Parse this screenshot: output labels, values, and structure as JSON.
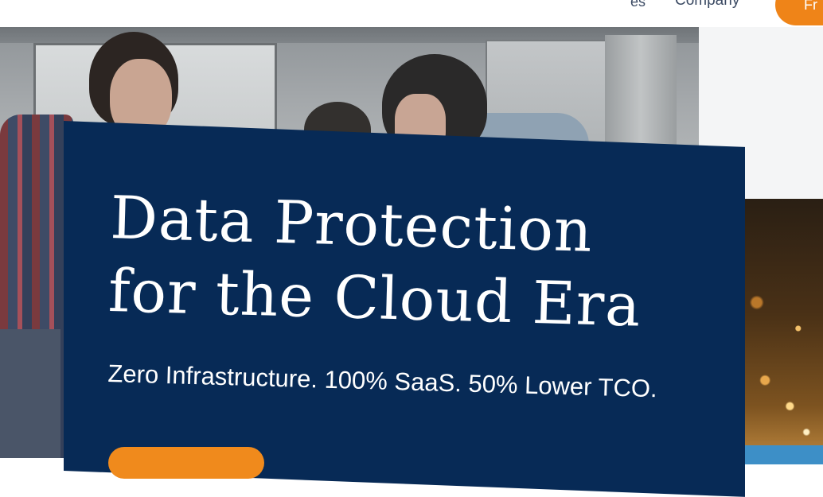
{
  "nav": {
    "partial_item": "es",
    "company": "Company",
    "cta_partial": "Fr"
  },
  "hero": {
    "title_line1": "Data Protection",
    "title_line2": "for the Cloud Era",
    "subtitle": "Zero Infrastructure. 100% SaaS. 50% Lower TCO.",
    "cta_label": ""
  },
  "colors": {
    "brand_navy": "#072a56",
    "accent_orange": "#ef8418",
    "accent_blue": "#3d8fc7"
  }
}
